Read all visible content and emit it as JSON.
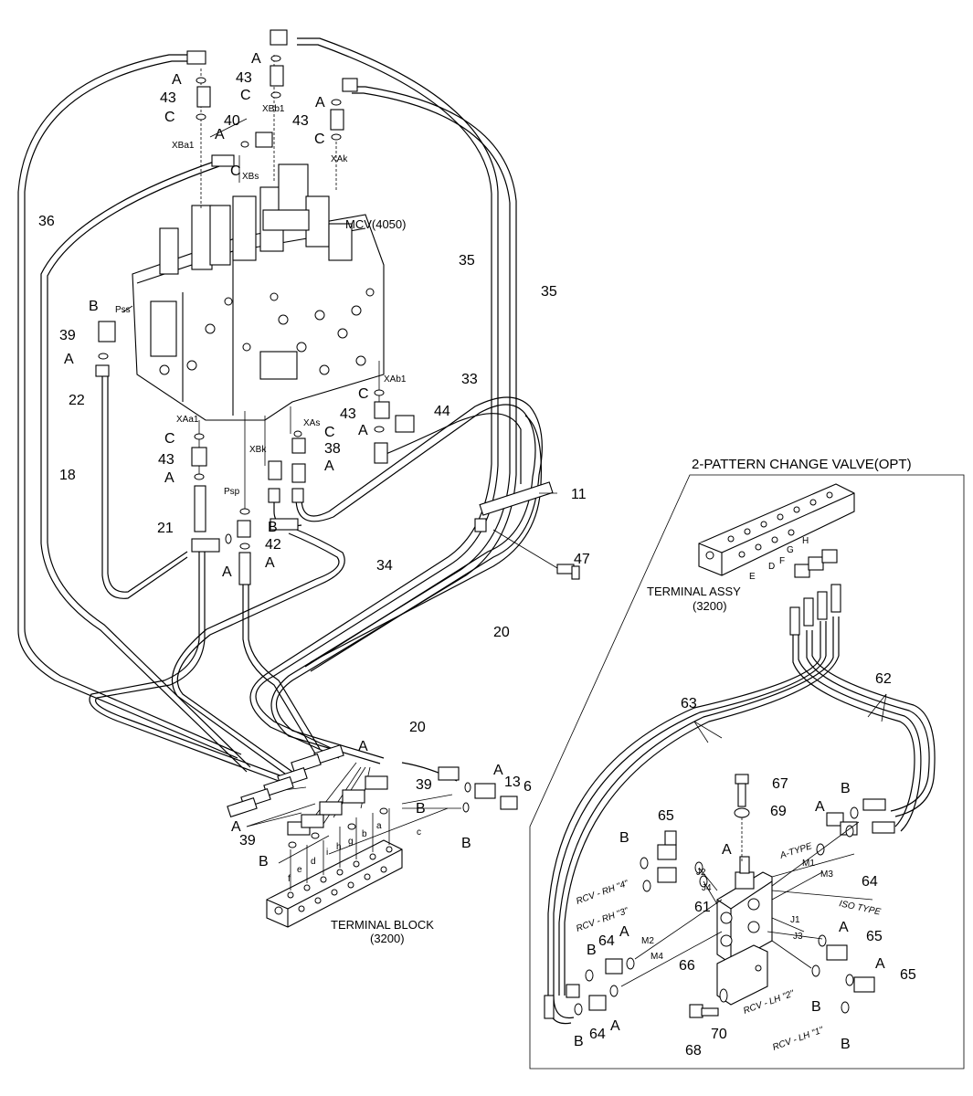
{
  "title": "2-PATTERN CHANGE VALVE(OPT)",
  "main_labels": {
    "mcv": "MCV(4050)",
    "terminal_block": "TERMINAL BLOCK",
    "terminal_block_code": "(3200)",
    "terminal_assy": "TERMINAL ASSY",
    "terminal_assy_code": "(3200)"
  },
  "ports": {
    "xba1": "XBa1",
    "xbb1": "XBb1",
    "xbs": "XBs",
    "xak": "XAk",
    "pss": "Pss",
    "xab1": "XAb1",
    "xaa1": "XAa1",
    "xas": "XAs",
    "xbk": "XBk",
    "psp": "Psp"
  },
  "letters": {
    "a": "A",
    "b": "B",
    "c": "C"
  },
  "part_numbers": {
    "p6": "6",
    "p11": "11",
    "p13": "13",
    "p18": "18",
    "p20": "20",
    "p21": "21",
    "p22": "22",
    "p33": "33",
    "p34": "34",
    "p35": "35",
    "p36": "36",
    "p38": "38",
    "p39": "39",
    "p40": "40",
    "p42": "42",
    "p43": "43",
    "p44": "44",
    "p47": "47",
    "p61": "61",
    "p62": "62",
    "p63": "63",
    "p64": "64",
    "p65": "65",
    "p66": "66",
    "p67": "67",
    "p68": "68",
    "p69": "69",
    "p70": "70"
  },
  "block_ports": {
    "a": "a",
    "b": "b",
    "c": "c",
    "d": "d",
    "e": "e",
    "f": "f",
    "g": "g",
    "h": "h",
    "i": "i"
  },
  "assy_ports": {
    "h": "H",
    "g": "G",
    "f": "F",
    "e": "E",
    "d": "D"
  },
  "valve_ports": {
    "j1": "J1",
    "j2": "J2",
    "j3": "J3",
    "j4": "J4",
    "m1": "M1",
    "m2": "M2",
    "m3": "M3",
    "m4": "M4",
    "a_type": "A-TYPE",
    "iso_type": "ISO TYPE"
  },
  "rcv_labels": {
    "rh4": "RCV - RH \"4\"",
    "rh3": "RCV - RH \"3\"",
    "lh2": "RCV - LH \"2\"",
    "lh1": "RCV - LH \"1\""
  }
}
